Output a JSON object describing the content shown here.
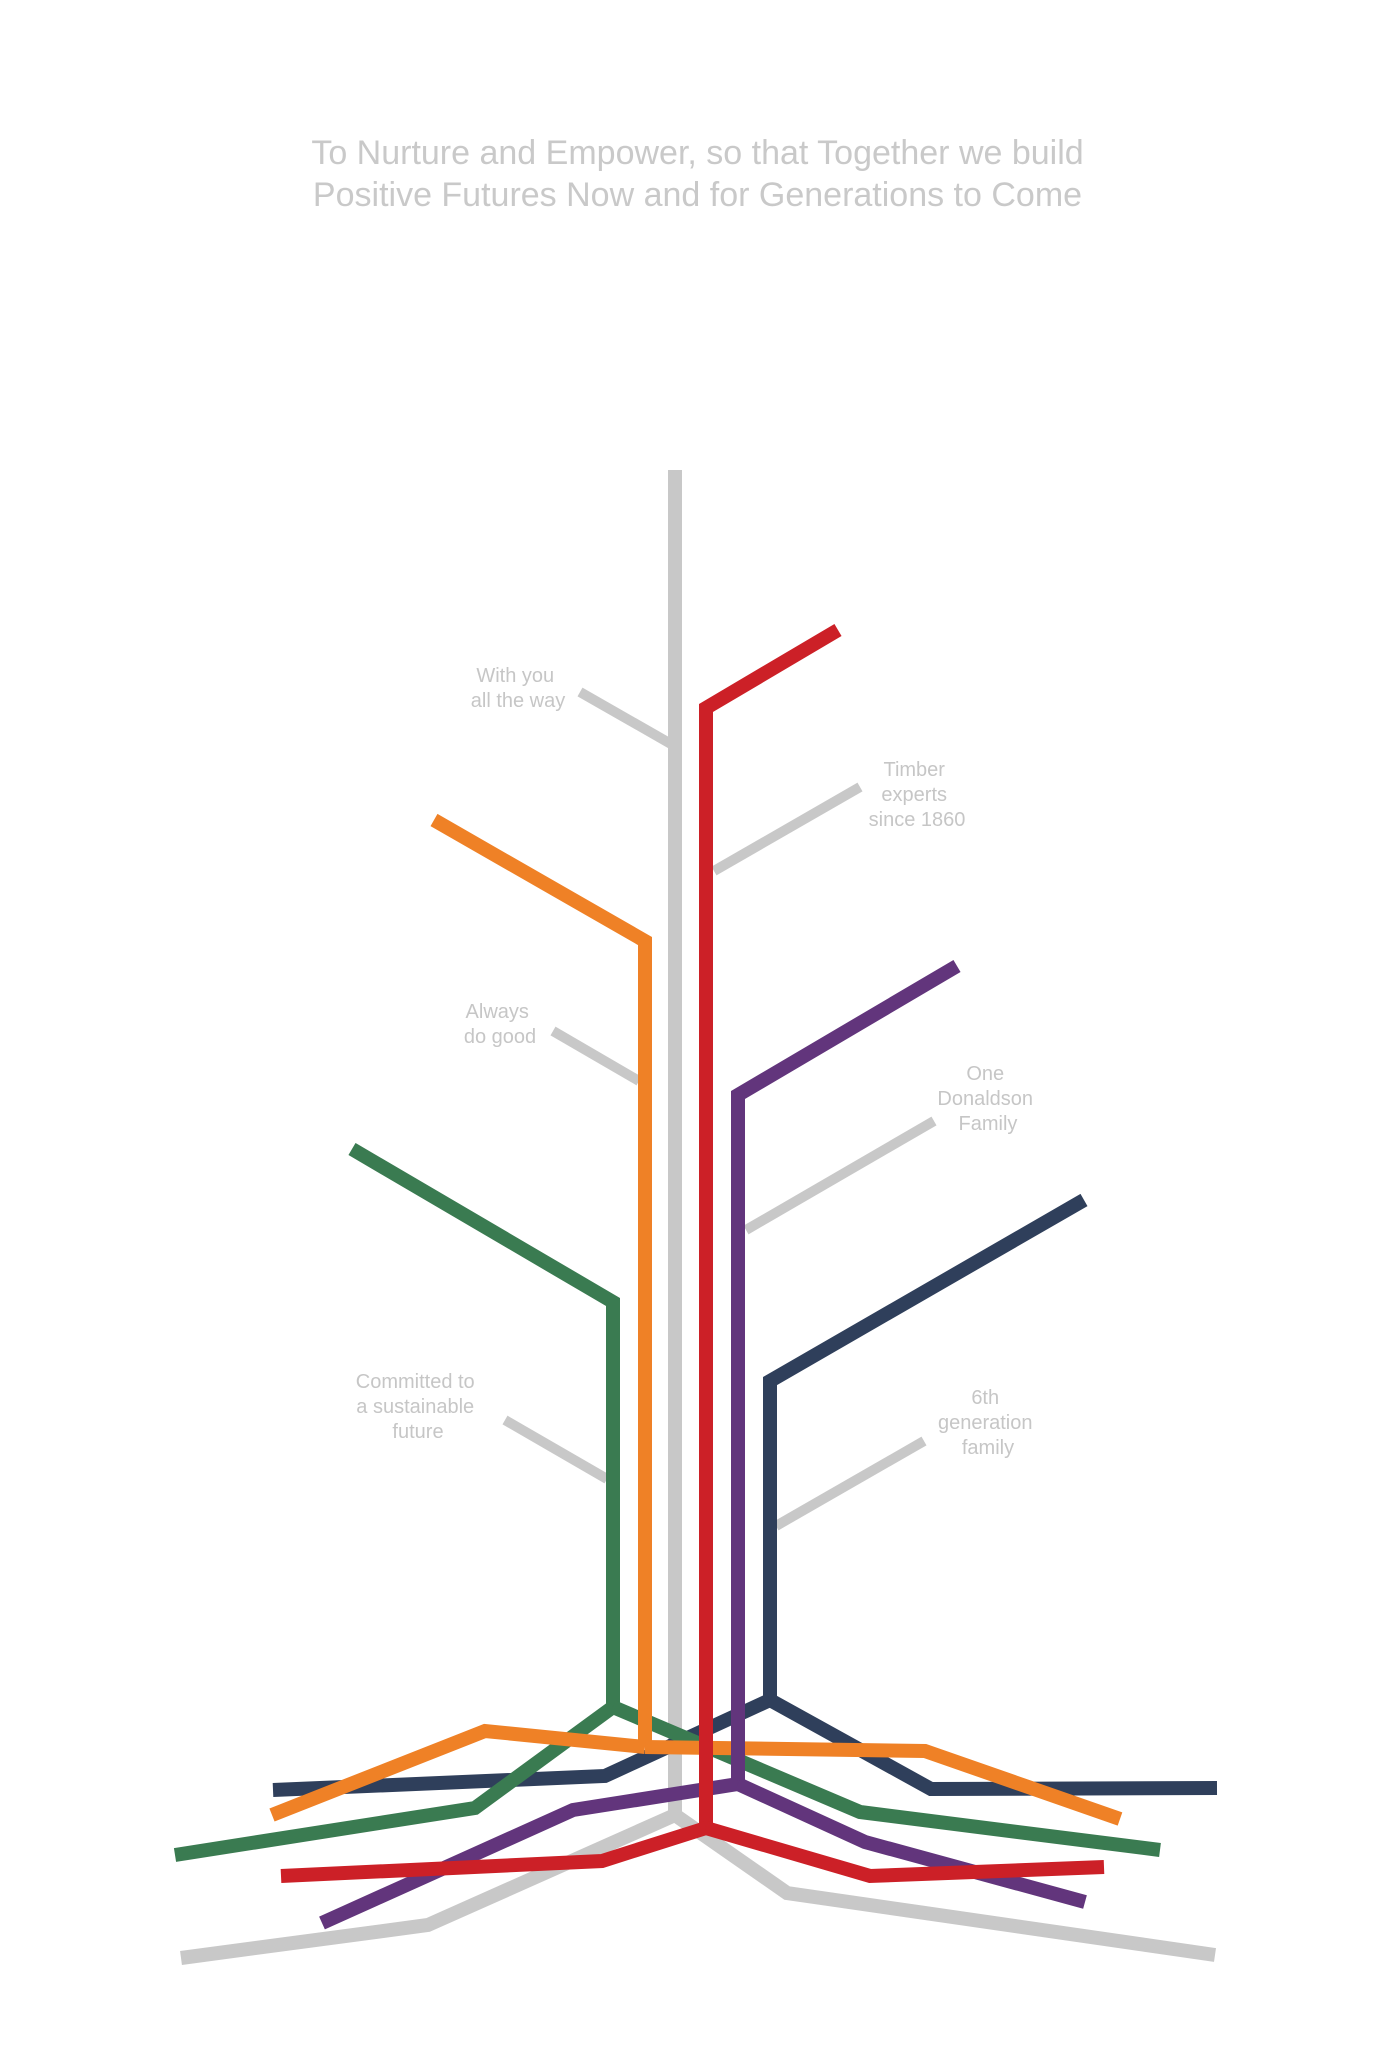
{
  "title": {
    "line1": "To Nurture and Empower, so that Together we build",
    "line2": "Positive Futures Now and for Generations to Come"
  },
  "labels": [
    {
      "id": "with-you",
      "lines": [
        "With you",
        "all the way"
      ]
    },
    {
      "id": "timber",
      "lines": [
        "Timber",
        "experts",
        "since 1860"
      ]
    },
    {
      "id": "always-good",
      "lines": [
        "Always",
        "do good"
      ]
    },
    {
      "id": "one-family",
      "lines": [
        "One",
        "Donaldson",
        "Family"
      ]
    },
    {
      "id": "sustainable",
      "lines": [
        "Committed to",
        "a sustainable",
        "future"
      ]
    },
    {
      "id": "sixth-gen",
      "lines": [
        "6th",
        "generation",
        "family"
      ]
    }
  ],
  "colors": {
    "grey": "#c8c8c8",
    "red": "#cc2027",
    "orange": "#ef8126",
    "purple": "#62357c",
    "navy": "#2f3f5b",
    "green": "#3a7b51",
    "label": "#c6c6c6",
    "title": "#c9c9c9"
  }
}
